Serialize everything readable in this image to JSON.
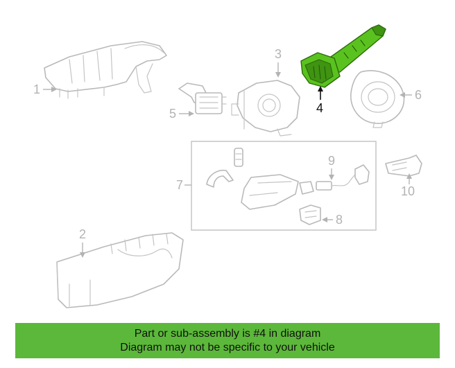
{
  "callouts": {
    "c1": "1",
    "c2": "2",
    "c3": "3",
    "c4": "4",
    "c5": "5",
    "c6": "6",
    "c7": "7",
    "c8": "8",
    "c9": "9",
    "c10": "10"
  },
  "highlighted_part": "4",
  "colors": {
    "highlight_part": "#5ac21e",
    "banner": "#5cb83a",
    "line_art": "#b9b9b9"
  },
  "banner": {
    "line1": "Part or sub-assembly is #4 in diagram",
    "line2": "Diagram may not be specific to your vehicle"
  }
}
